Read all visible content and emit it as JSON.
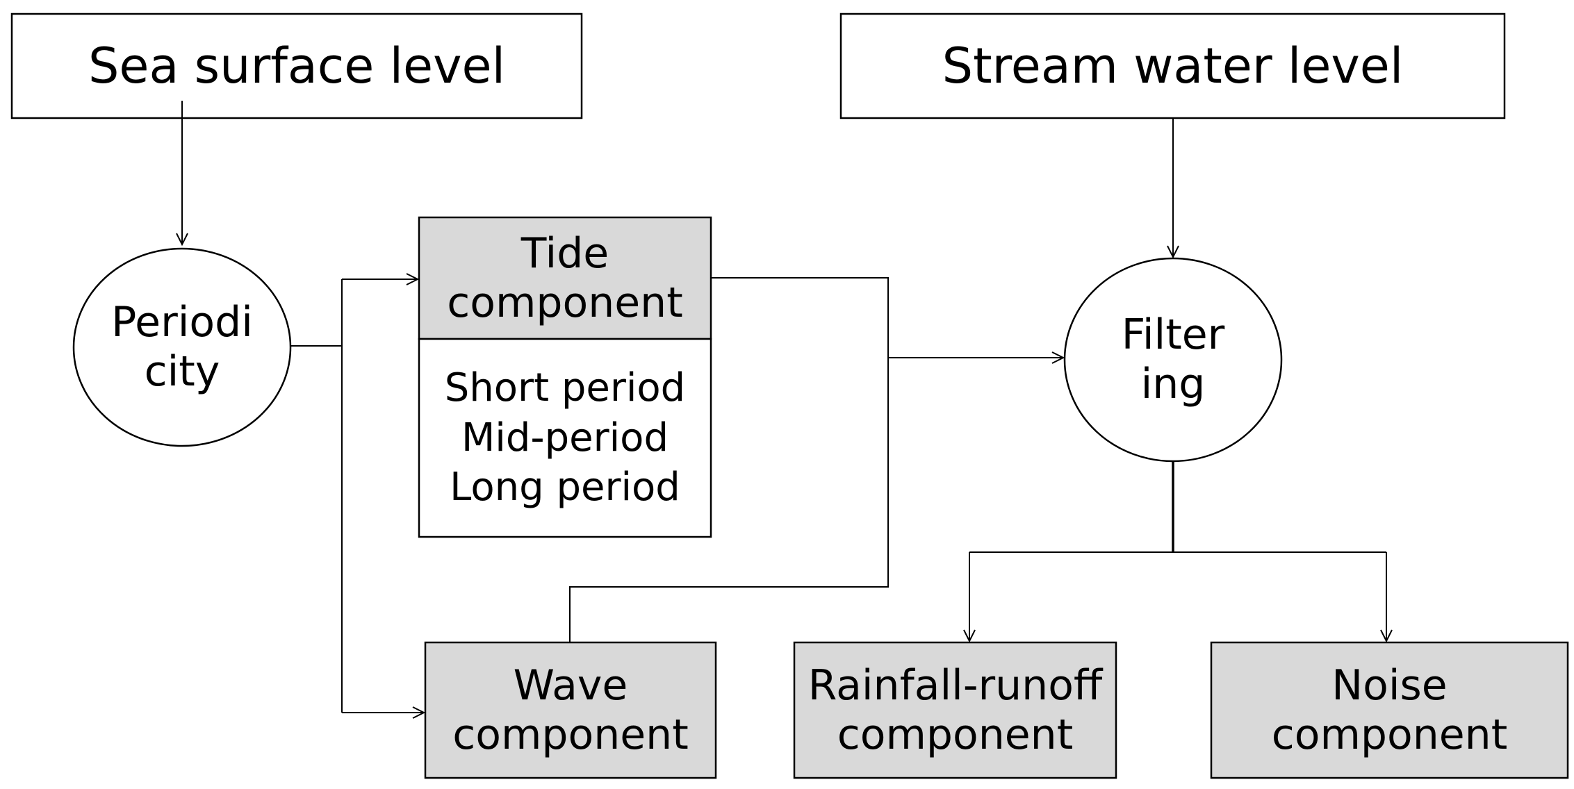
{
  "colors": {
    "stroke": "#000000",
    "box_fill_white": "#ffffff",
    "box_fill_gray": "#d9d9d9"
  },
  "nodes": {
    "sea_surface_level": "Sea surface level",
    "stream_water_level": "Stream water level",
    "periodicity": "Periodi\ncity",
    "tide_component": "Tide\ncomponent",
    "tide_periods": "Short period\nMid-period\nLong period",
    "filtering": "Filter\ning",
    "wave_component": "Wave\ncomponent",
    "rainfall_runoff_component": "Rainfall-runoff\ncomponent",
    "noise_component": "Noise\ncomponent"
  }
}
